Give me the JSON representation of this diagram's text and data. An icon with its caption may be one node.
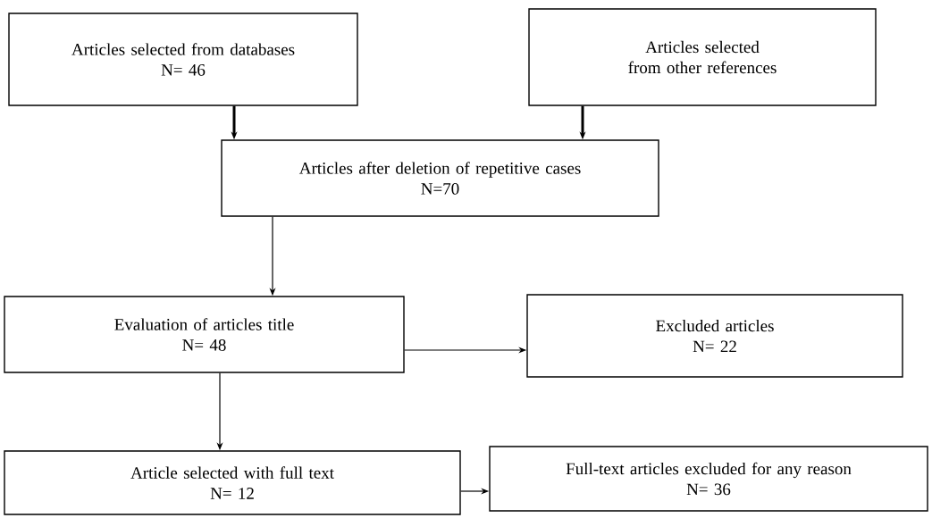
{
  "diagram": {
    "nodes": [
      {
        "text": [
          "Articles selected from databases",
          "N= 46"
        ]
      },
      {
        "text": [
          "Articles selected from other references"
        ]
      },
      {
        "text": [
          "Articles after deletion of repetitive cases",
          "N=70"
        ]
      },
      {
        "text": [
          "Evaluation of articles title",
          "N= 48"
        ]
      },
      {
        "text": [
          "Excluded articles",
          "N= 22"
        ]
      },
      {
        "text": [
          "Article selected with full text",
          "N= 12"
        ]
      },
      {
        "text": [
          "Full-text articles excluded for any reason",
          "N= 36"
        ]
      }
    ],
    "edges": [
      {
        "from": 0,
        "to": 2,
        "arrow": "to",
        "style": "thick"
      },
      {
        "from": 1,
        "to": 2,
        "arrow": "to",
        "style": "thick"
      },
      {
        "from": 2,
        "to": 3,
        "arrow": "to"
      },
      {
        "from": 3,
        "to": 4,
        "arrow": "to"
      },
      {
        "from": 3,
        "to": 5,
        "arrow": "to"
      },
      {
        "from": 5,
        "to": 6,
        "arrow": "to"
      }
    ]
  }
}
